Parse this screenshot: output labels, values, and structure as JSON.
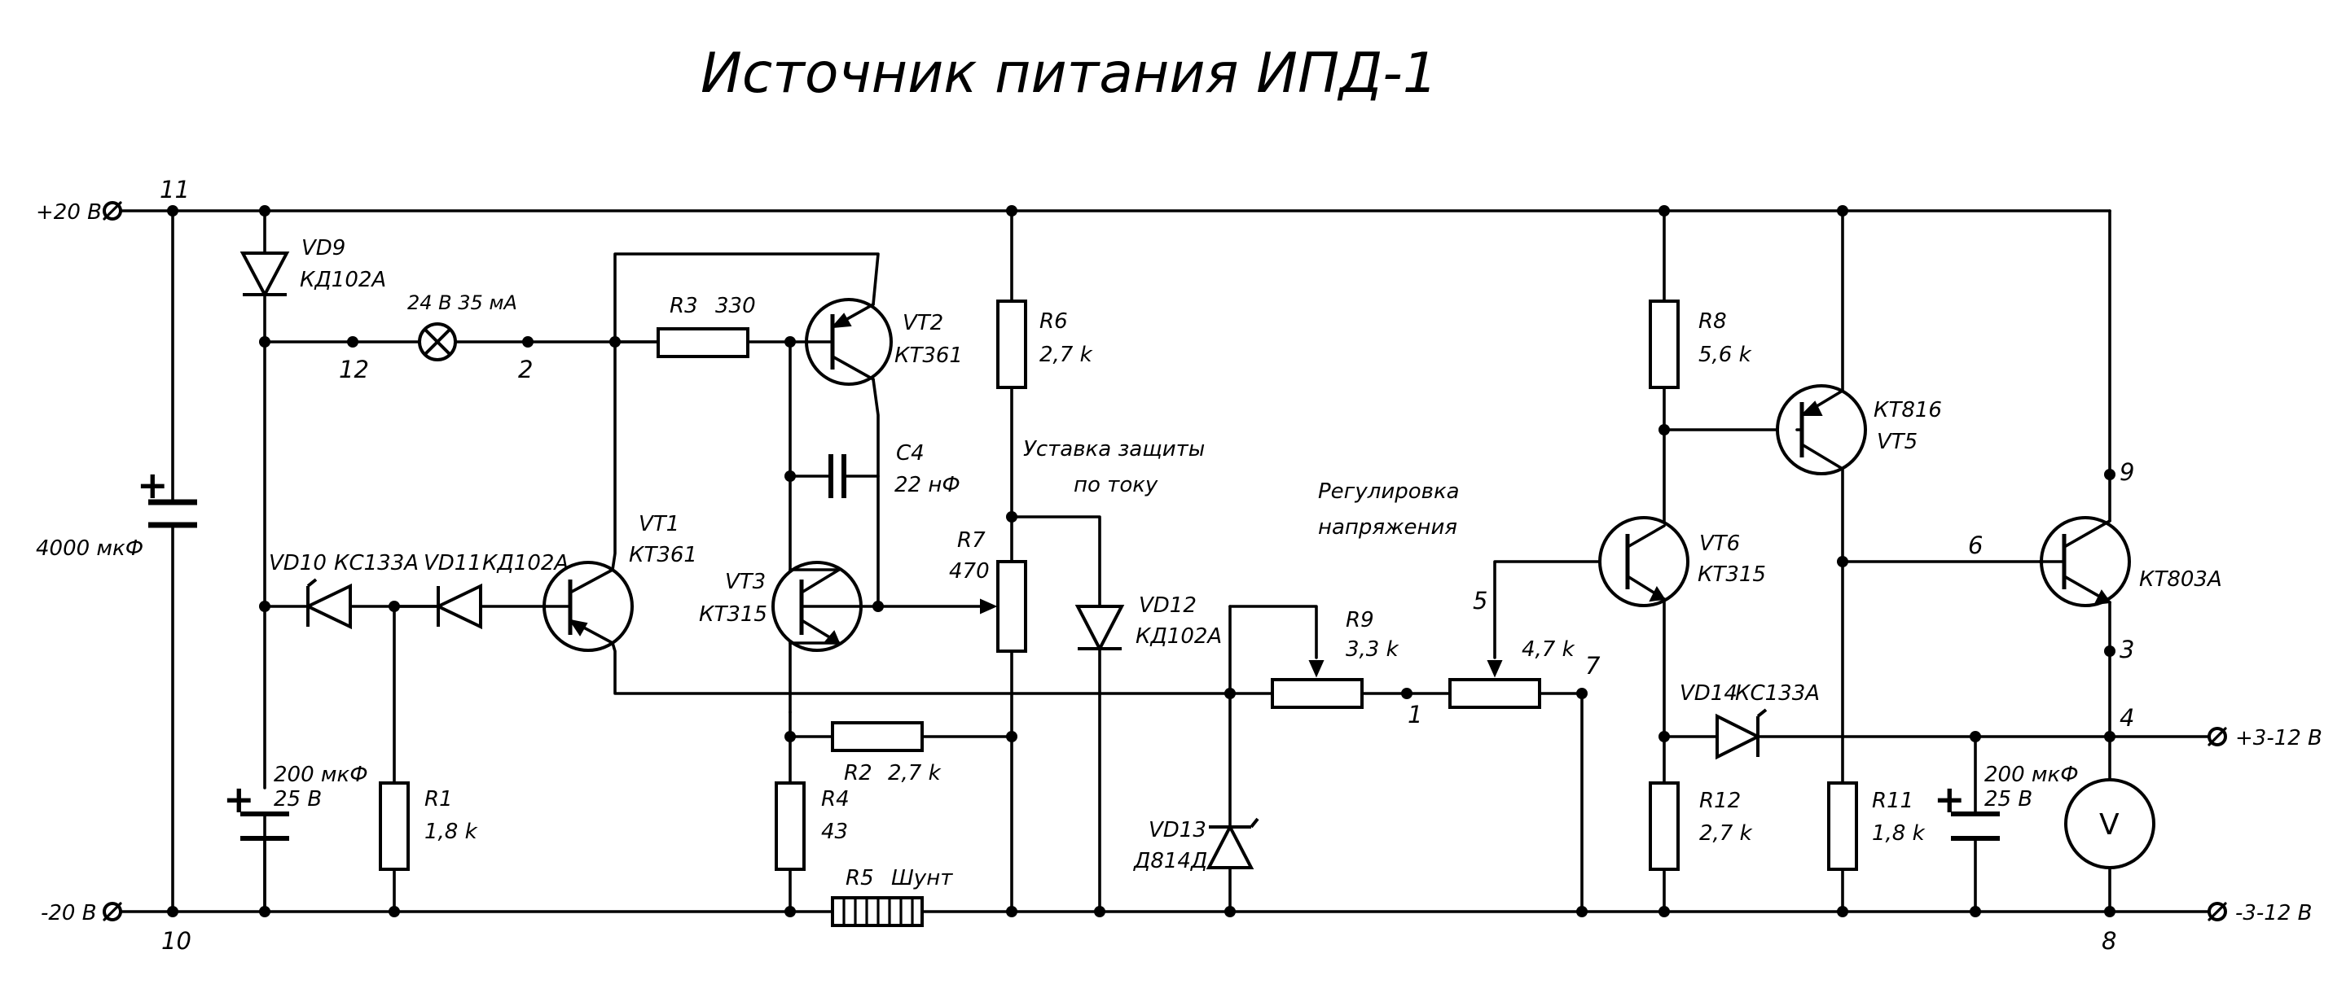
{
  "title": "Источник питания ИПД-1",
  "terminals": {
    "plus_in": "+20 В",
    "minus_in": "-20 В",
    "plus_out": "+3-12 В",
    "minus_out": "-3-12 В"
  },
  "nodes": {
    "n11": "11",
    "n10": "10",
    "n12": "12",
    "n2": "2",
    "n1": "1",
    "n5": "5",
    "n7": "7",
    "n6": "6",
    "n9": "9",
    "n3": "3",
    "n4": "4",
    "n8": "8"
  },
  "components": {
    "vd9": {
      "ref": "VD9",
      "type": "КД102А"
    },
    "lamp": {
      "label": "24 В 35 мА"
    },
    "c_main": {
      "value": "4000 мкФ"
    },
    "r3": {
      "ref": "R3",
      "value": "330"
    },
    "vt2": {
      "ref": "VT2",
      "type": "КТ361"
    },
    "c4": {
      "ref": "C4",
      "value": "22 нФ"
    },
    "r6": {
      "ref": "R6",
      "value": "2,7 k"
    },
    "vt1": {
      "ref": "VT1",
      "type": "КТ361"
    },
    "vd10": {
      "ref": "VD10",
      "type": "КС133А"
    },
    "vd11": {
      "ref": "VD11",
      "type": "КД102А"
    },
    "vt3": {
      "ref": "VT3",
      "type": "КТ315"
    },
    "r7": {
      "ref": "R7",
      "value": "470"
    },
    "vd12": {
      "ref": "VD12",
      "type": "КД102А"
    },
    "c_low": {
      "value": "200 мкФ",
      "voltage": "25 В"
    },
    "r1": {
      "ref": "R1",
      "value": "1,8 k"
    },
    "r2": {
      "ref": "R2",
      "value": "2,7 k"
    },
    "r4": {
      "ref": "R4",
      "value": "43"
    },
    "r5": {
      "ref": "R5",
      "value": "Шунт"
    },
    "vd13": {
      "ref": "VD13",
      "type": "Д814Д"
    },
    "r9": {
      "ref": "R9",
      "value": "3,3 k"
    },
    "rv": {
      "value": "4,7 k"
    },
    "r8": {
      "ref": "R8",
      "value": "5,6 k"
    },
    "vt5": {
      "ref": "VT5",
      "type": "КТ816"
    },
    "vt6": {
      "ref": "VT6",
      "type": "КТ315"
    },
    "vt_out": {
      "type": "КТ803А"
    },
    "vd14": {
      "ref": "VD14",
      "type": "КС133А"
    },
    "r12": {
      "ref": "R12",
      "value": "2,7 k"
    },
    "r11": {
      "ref": "R11",
      "value": "1,8 k"
    },
    "c_out": {
      "value": "200 мкФ",
      "voltage": "25 В"
    },
    "voltmeter": {
      "symbol": "V"
    }
  },
  "annotations": {
    "current_protection": [
      "Уставка защиты",
      "по току"
    ],
    "voltage_adjust": [
      "Регулировка",
      "напряжения"
    ]
  },
  "symbols": {
    "plus": "+"
  }
}
